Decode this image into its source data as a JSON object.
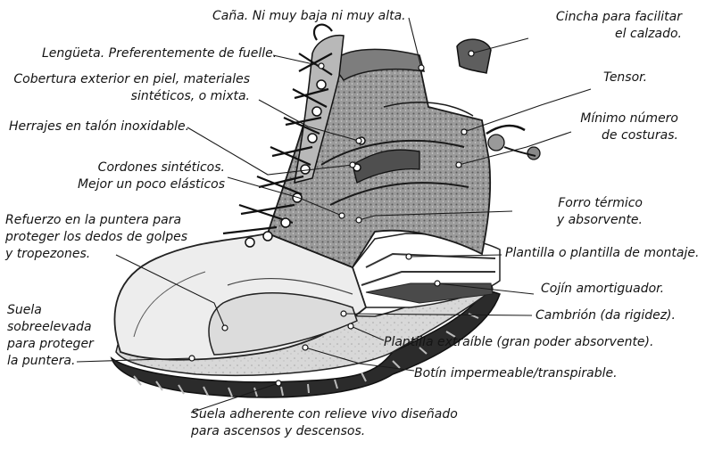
{
  "callouts": {
    "cana": [
      "Caña. Ni muy baja ni muy alta."
    ],
    "lengueta": [
      "Lengüeta. Preferentemente de fuelle."
    ],
    "cobertura": [
      "Cobertura exterior en piel, materiales",
      "sintéticos, o mixta."
    ],
    "herrajes": [
      "Herrajes en talón inoxidable."
    ],
    "cordones": [
      "Cordones sintéticos.",
      "Mejor un poco elásticos"
    ],
    "refuerzo": [
      "Refuerzo en la puntera para",
      "proteger los dedos de golpes",
      "y tropezones."
    ],
    "suela_sobreelevada": [
      "Suela",
      "sobreelevada",
      "para proteger",
      "la puntera."
    ],
    "suela_adherente": [
      "Suela adherente con relieve vivo diseñado",
      "para ascensos y descensos."
    ],
    "cincha": [
      "Cincha para facilitar",
      "el calzado."
    ],
    "tensor": [
      "Tensor."
    ],
    "costuras": [
      "Mínimo número",
      "de costuras."
    ],
    "forro": [
      "Forro térmico",
      "y absorvente."
    ],
    "plantilla_montaje": [
      "Plantilla o plantilla de montaje."
    ],
    "cojin": [
      "Cojín amortiguador."
    ],
    "cambrion": [
      "Cambrión (da rigidez)."
    ],
    "plantilla_extraible": [
      "Plantilla extraíble (gran poder absorvente)."
    ],
    "botin": [
      "Botín impermeable/transpirable."
    ]
  }
}
